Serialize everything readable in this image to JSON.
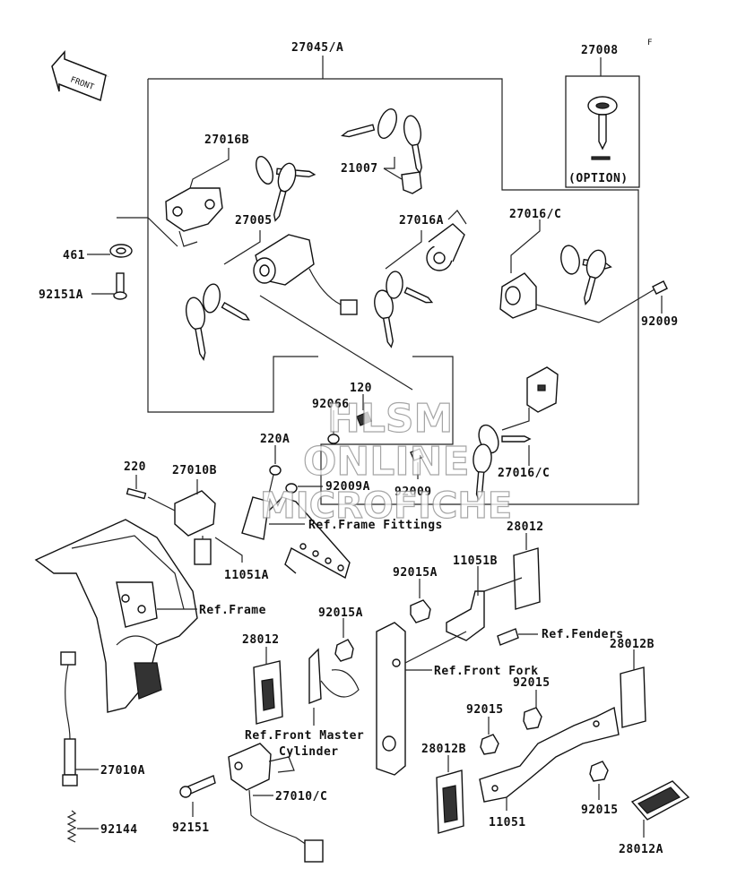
{
  "corner_mark": "F",
  "front_arrow_label": "FRONT",
  "option_label": "(OPTION)",
  "watermark": [
    "HLSM",
    "ONLINE",
    "MICROFICHE"
  ],
  "labels": {
    "p27045A": "27045/A",
    "p27008": "27008",
    "p27016B": "27016B",
    "p21007": "21007",
    "p27005": "27005",
    "p27016A": "27016A",
    "p27016C_top": "27016/C",
    "p461": "461",
    "p92151A": "92151A",
    "p92009_r": "92009",
    "p120": "120",
    "p92066": "92066",
    "p220A": "220A",
    "p92009A": "92009A",
    "p92009_c": "92009",
    "p27016C_bot": "27016/C",
    "p220": "220",
    "p27010B": "27010B",
    "refFrameFittings": "Ref.Frame Fittings",
    "p28012_top": "28012",
    "p11051A": "11051A",
    "p92015A_1": "92015A",
    "p11051B": "11051B",
    "refFrame": "Ref.Frame",
    "p92015A_2": "92015A",
    "refFenders": "Ref.Fenders",
    "p28012_mid": "28012",
    "p28012B_r": "28012B",
    "refFrontFork": "Ref.Front Fork",
    "p92015_1": "92015",
    "p92015_2": "92015",
    "refFrontMaster1": "Ref.Front Master",
    "refFrontMaster2": "Cylinder",
    "p28012B_b": "28012B",
    "p27010A": "27010A",
    "p27010C": "27010/C",
    "p92015_3": "92015",
    "p92151": "92151",
    "p11051": "11051",
    "p92144": "92144",
    "p28012A": "28012A"
  }
}
